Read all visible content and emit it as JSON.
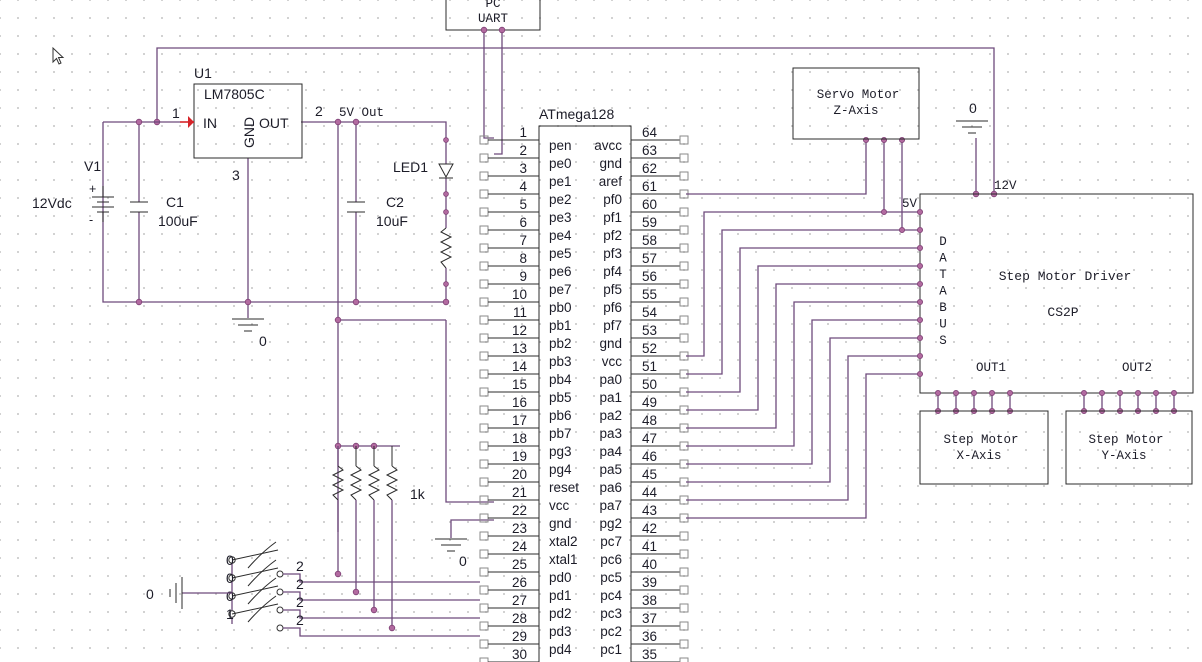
{
  "pc_box": {
    "line1": "PC",
    "line2": "UART"
  },
  "regulator": {
    "ref": "U1",
    "part": "LM7805C",
    "in": "IN",
    "out": "OUT",
    "gnd": "GND",
    "pin1": "1",
    "pin2": "2",
    "pin3": "3"
  },
  "net_5v": "5V Out",
  "battery": {
    "ref": "V1",
    "value": "12Vdc"
  },
  "c1": {
    "ref": "C1",
    "value": "100uF"
  },
  "c2": {
    "ref": "C2",
    "value": "10uF"
  },
  "led": {
    "ref": "LED1"
  },
  "ground_label": "0",
  "resistors_value": "1k",
  "mcu": {
    "name": "ATmega128",
    "left_pins": [
      {
        "num": "1",
        "name": "pen"
      },
      {
        "num": "2",
        "name": "pe0"
      },
      {
        "num": "3",
        "name": "pe1"
      },
      {
        "num": "4",
        "name": "pe2"
      },
      {
        "num": "5",
        "name": "pe3"
      },
      {
        "num": "6",
        "name": "pe4"
      },
      {
        "num": "7",
        "name": "pe5"
      },
      {
        "num": "8",
        "name": "pe6"
      },
      {
        "num": "9",
        "name": "pe7"
      },
      {
        "num": "10",
        "name": "pb0"
      },
      {
        "num": "11",
        "name": "pb1"
      },
      {
        "num": "12",
        "name": "pb2"
      },
      {
        "num": "13",
        "name": "pb3"
      },
      {
        "num": "14",
        "name": "pb4"
      },
      {
        "num": "15",
        "name": "pb5"
      },
      {
        "num": "16",
        "name": "pb6"
      },
      {
        "num": "17",
        "name": "pb7"
      },
      {
        "num": "18",
        "name": "pg3"
      },
      {
        "num": "19",
        "name": "pg4"
      },
      {
        "num": "20",
        "name": "reset"
      },
      {
        "num": "21",
        "name": "vcc"
      },
      {
        "num": "22",
        "name": "gnd"
      },
      {
        "num": "23",
        "name": "xtal2"
      },
      {
        "num": "24",
        "name": "xtal1"
      },
      {
        "num": "25",
        "name": "pd0"
      },
      {
        "num": "26",
        "name": "pd1"
      },
      {
        "num": "27",
        "name": "pd2"
      },
      {
        "num": "28",
        "name": "pd3"
      },
      {
        "num": "29",
        "name": "pd4"
      },
      {
        "num": "30",
        "name": ""
      }
    ],
    "right_pins": [
      {
        "num": "64",
        "name": "avcc"
      },
      {
        "num": "63",
        "name": "gnd"
      },
      {
        "num": "62",
        "name": "aref"
      },
      {
        "num": "61",
        "name": "pf0"
      },
      {
        "num": "60",
        "name": "pf1"
      },
      {
        "num": "59",
        "name": "pf2"
      },
      {
        "num": "58",
        "name": "pf3"
      },
      {
        "num": "57",
        "name": "pf4"
      },
      {
        "num": "56",
        "name": "pf5"
      },
      {
        "num": "55",
        "name": "pf6"
      },
      {
        "num": "54",
        "name": "pf7"
      },
      {
        "num": "53",
        "name": "gnd"
      },
      {
        "num": "52",
        "name": "vcc"
      },
      {
        "num": "51",
        "name": "pa0"
      },
      {
        "num": "50",
        "name": "pa1"
      },
      {
        "num": "49",
        "name": "pa2"
      },
      {
        "num": "48",
        "name": "pa3"
      },
      {
        "num": "47",
        "name": "pa4"
      },
      {
        "num": "46",
        "name": "pa5"
      },
      {
        "num": "45",
        "name": "pa6"
      },
      {
        "num": "44",
        "name": "pa7"
      },
      {
        "num": "43",
        "name": "pg2"
      },
      {
        "num": "42",
        "name": "pc7"
      },
      {
        "num": "41",
        "name": "pc6"
      },
      {
        "num": "40",
        "name": "pc5"
      },
      {
        "num": "39",
        "name": "pc4"
      },
      {
        "num": "38",
        "name": "pc3"
      },
      {
        "num": "37",
        "name": "pc2"
      },
      {
        "num": "36",
        "name": "pc1"
      },
      {
        "num": "35",
        "name": ""
      }
    ]
  },
  "servo": {
    "line1": "Servo Motor",
    "line2": "Z-Axis"
  },
  "driver": {
    "title": "Step Motor Driver",
    "model": "CS2P",
    "databus": [
      "D",
      "A",
      "T",
      "A",
      "B",
      "U",
      "S"
    ],
    "out1": "OUT1",
    "out2": "OUT2",
    "v5": "5V",
    "v12": "12V"
  },
  "motor_x": {
    "line1": "Step Motor",
    "line2": "X-Axis"
  },
  "motor_y": {
    "line1": "Step Motor",
    "line2": "Y-Axis"
  },
  "switches": {
    "labels_left": [
      "0",
      "0",
      "0",
      "1"
    ],
    "labels_right": [
      "2",
      "2",
      "2",
      "2"
    ],
    "ground_label": "0"
  }
}
